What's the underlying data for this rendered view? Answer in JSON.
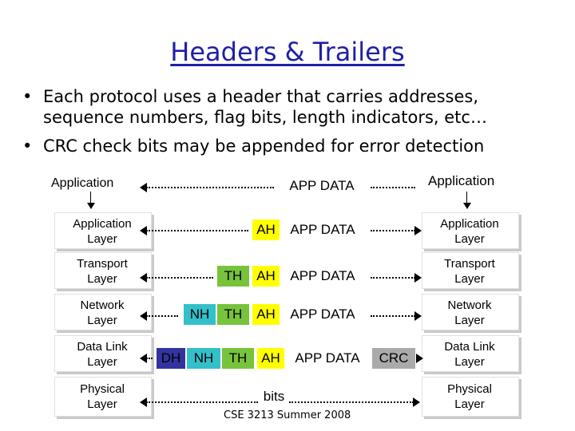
{
  "title": "Headers & Trailers",
  "bullets": [
    "Each protocol uses a header that carries addresses, sequence numbers, flag bits, length indicators, etc…",
    "CRC check bits may be appended for error detection"
  ],
  "left_stack": {
    "top_label": "Application",
    "layers": [
      {
        "line1": "Application",
        "line2": "Layer"
      },
      {
        "line1": "Transport",
        "line2": "Layer"
      },
      {
        "line1": "Network",
        "line2": "Layer"
      },
      {
        "line1": "Data Link",
        "line2": "Layer"
      },
      {
        "line1": "Physical",
        "line2": "Layer"
      }
    ]
  },
  "right_stack": {
    "top_label": "Application",
    "layers": [
      {
        "line1": "Application",
        "line2": "Layer"
      },
      {
        "line1": "Transport",
        "line2": "Layer"
      },
      {
        "line1": "Network",
        "line2": "Layer"
      },
      {
        "line1": "Data Link",
        "line2": "Layer"
      },
      {
        "line1": "Physical",
        "line2": "Layer"
      }
    ]
  },
  "packets": {
    "app_data": "APP DATA",
    "ah": "AH",
    "th": "TH",
    "nh": "NH",
    "dh": "DH",
    "crc": "CRC",
    "bits": "bits"
  },
  "colors": {
    "title": "#1f1fa8",
    "ah": "#ffff00",
    "th": "#77c33b",
    "nh": "#33c0c8",
    "dh": "#3333a0",
    "crc": "#aaaaaa"
  },
  "footer": "CSE 3213 Summer 2008"
}
